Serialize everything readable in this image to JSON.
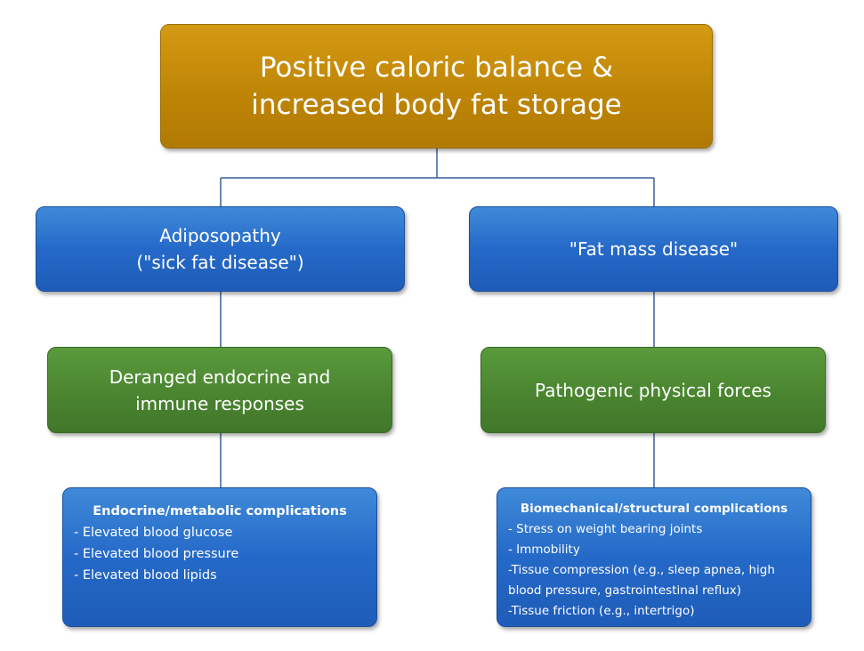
{
  "diagram": {
    "top": {
      "line1": "Positive caloric balance &",
      "line2": "increased body fat storage"
    },
    "left_branch": {
      "level1": {
        "line1": "Adiposopathy",
        "line2": "(\"sick fat disease\")"
      },
      "level2": {
        "line1": "Deranged endocrine and",
        "line2": "immune responses"
      },
      "complications": {
        "title": "Endocrine/metabolic complications",
        "items": [
          "- Elevated blood glucose",
          "- Elevated blood pressure",
          "- Elevated blood lipids"
        ]
      }
    },
    "right_branch": {
      "level1": {
        "line1": "\"Fat mass disease\""
      },
      "level2": {
        "line1": "Pathogenic physical forces"
      },
      "complications": {
        "title": "Biomechanical/structural complications",
        "items": [
          "- Stress on weight bearing joints",
          "- Immobility",
          "-Tissue compression (e.g., sleep apnea, high",
          "blood pressure, gastrointestinal reflux)",
          "-Tissue friction (e.g., intertrigo)"
        ]
      }
    },
    "colors": {
      "gold": "#bf8506",
      "blue": "#2569c8",
      "green": "#4a8530",
      "connector": "#3a5f9a"
    }
  }
}
